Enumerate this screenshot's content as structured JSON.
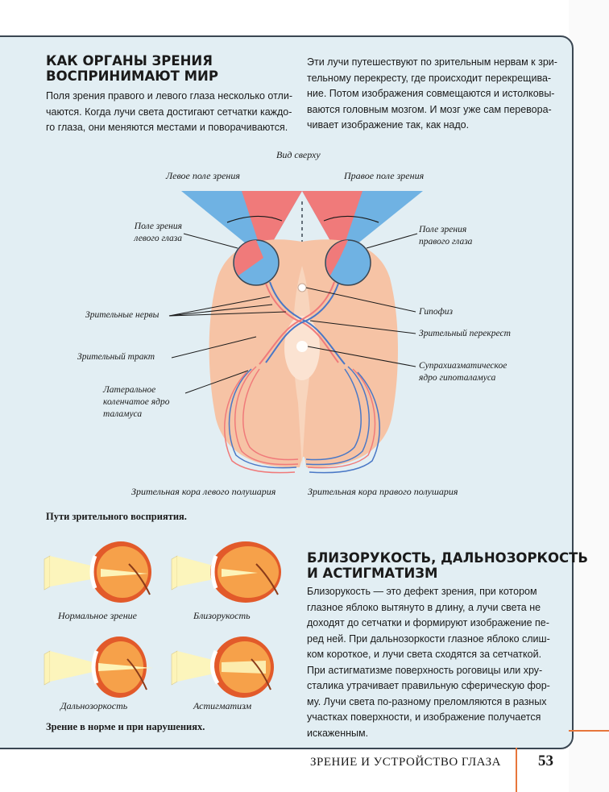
{
  "section1": {
    "title_line1": "КАК ОРГАНЫ ЗРЕНИЯ",
    "title_line2": "ВОСПРИНИМАЮТ МИР",
    "left_lines": [
      "Поля зрения правого и левого глаза несколько отли-",
      "чаются. Когда лучи света достигают сетчатки каждо-",
      "го глаза, они меняются местами и поворачиваются."
    ],
    "right_lines": [
      "Эти лучи путешествуют по зрительным нервам к зри-",
      "тельному перекресту, где происходит перекрещива-",
      "ние. Потом изображения совмещаются и истолковы-",
      "ваются головным мозгом. И мозг уже сам перевора-",
      "чивает изображение так, как надо."
    ]
  },
  "diagram": {
    "view_label": "Вид сверху",
    "left_field": "Левое поле зрения",
    "right_field": "Правое поле зрения",
    "left_eye_field": [
      "Поле зрения",
      "левого глаза"
    ],
    "right_eye_field": [
      "Поле зрения",
      "правого глаза"
    ],
    "optic_nerves": "Зрительные нервы",
    "optic_tract": "Зрительный тракт",
    "lgn": [
      "Латеральное",
      "коленчатое ядро",
      "таламуса"
    ],
    "pituitary": "Гипофиз",
    "chiasm": "Зрительный перекрест",
    "scn": [
      "Супрахиазматическое",
      "ядро гипоталамуса"
    ],
    "left_cortex": "Зрительная кора левого полушария",
    "right_cortex": "Зрительная кора правого полушария",
    "caption": "Пути зрительного восприятия."
  },
  "eyes": {
    "normal": "Нормальное зрение",
    "myopia": "Близорукость",
    "hyperopia": "Дальнозоркость",
    "astigmatism": "Астигматизм",
    "caption": "Зрение в норме и при нарушениях."
  },
  "section2": {
    "title_line1": "БЛИЗОРУКОСТЬ, ДАЛЬНОЗОРКОСТЬ",
    "title_line2": "И АСТИГМАТИЗМ",
    "lines": [
      "Близорукость — это дефект зрения, при котором",
      "глазное яблоко вытянуто в длину, а лучи света не",
      "доходят до сетчатки и формируют изображение пе-",
      "ред ней. При дальнозоркости глазное яблоко слиш-",
      "ком короткое, и лучи света сходятся за сетчаткой.",
      "При астигматизме поверхность роговицы или хру-",
      "сталика утрачивает правильную сферическую фор-",
      "му. Лучи света по-разному преломляются в разных",
      "участках поверхности, и изображение получается",
      "искаженным."
    ]
  },
  "footer": {
    "section": "ЗРЕНИЕ И УСТРОЙСТВО ГЛАЗА",
    "page": "53"
  },
  "colors": {
    "panel_bg": "#e2eef3",
    "accent_orange": "#e7763b",
    "field_blue": "#6fb2e3",
    "field_red": "#f07a7a",
    "brain": "#f6c3a5"
  }
}
